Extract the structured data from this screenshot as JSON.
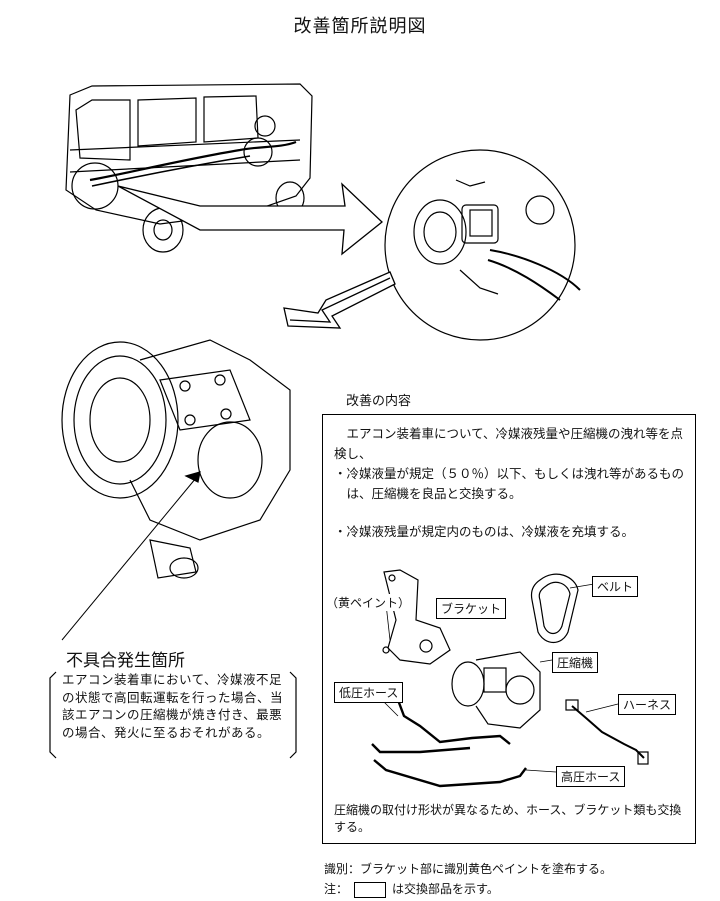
{
  "title": "改善箇所説明図",
  "improvement": {
    "heading": "改善の内容",
    "intro": "エアコン装着車について、冷媒液残量や圧縮機の洩れ等を点検し、",
    "bullet1": "・冷媒液量が規定（５０％）以下、もしくは洩れ等があるものは、圧縮機を良品と交換する。",
    "bullet2": "・冷媒液残量が規定内のものは、冷媒液を充填する。",
    "replace_note": "圧縮機の取付け形状が異なるため、ホース、ブラケット類も交換する。"
  },
  "parts": {
    "belt": "ベルト",
    "yellow_paint": "（黄ペイント）",
    "bracket": "ブラケット",
    "compressor": "圧縮機",
    "low_hose": "低圧ホース",
    "harness": "ハーネス",
    "high_hose": "高圧ホース"
  },
  "defect": {
    "heading": "不具合発生箇所",
    "text": "エアコン装着車において、冷媒液不足の状態で高回転運転を行った場合、当該エアコンの圧縮機が焼き付き、最悪の場合、発火に至るおそれがある。"
  },
  "footer": {
    "identification": "識別：ブラケット部に識別黄色ペイントを塗布する。",
    "note_prefix": "注：",
    "note_suffix": "は交換部品を示す。"
  }
}
